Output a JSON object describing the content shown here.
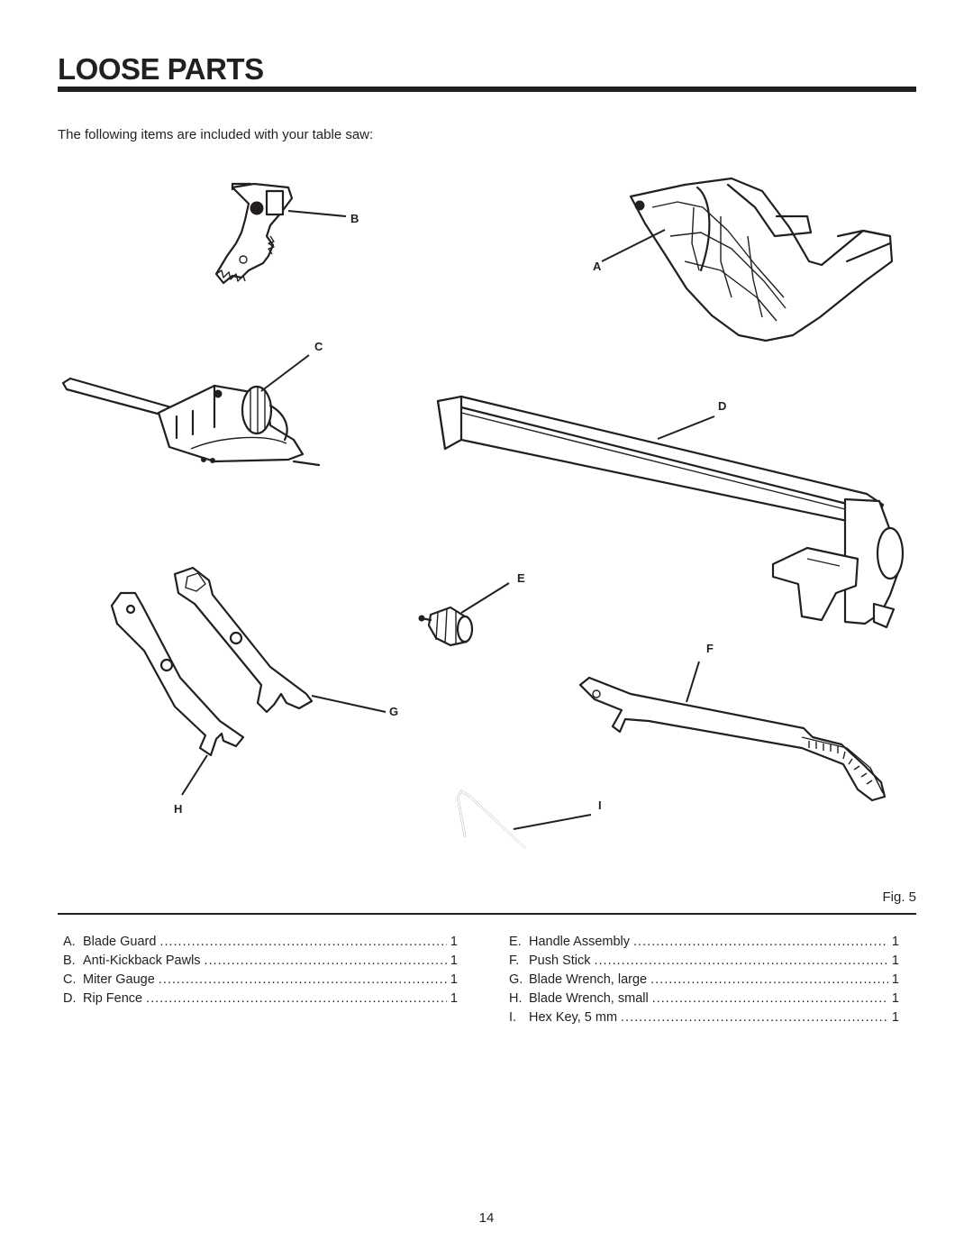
{
  "header": {
    "title": "LOOSE PARTS"
  },
  "intro": "The following items are included with your table saw:",
  "figure": {
    "callouts": {
      "a": "A",
      "b": "B",
      "c": "C",
      "d": "D",
      "e": "E",
      "f": "F",
      "g": "G",
      "h": "H",
      "i": "I"
    },
    "caption": "Fig. 5"
  },
  "parts_left": [
    {
      "letter": "A.",
      "name": "Blade Guard",
      "qty": "1"
    },
    {
      "letter": "B.",
      "name": "Anti-Kickback Pawls",
      "qty": "1"
    },
    {
      "letter": "C.",
      "name": "Miter Gauge",
      "qty": "1"
    },
    {
      "letter": "D.",
      "name": "Rip Fence",
      "qty": "1"
    }
  ],
  "parts_right": [
    {
      "letter": "E.",
      "name": "Handle Assembly",
      "qty": "1"
    },
    {
      "letter": "F.",
      "name": "Push Stick",
      "qty": "1"
    },
    {
      "letter": "G.",
      "name": "Blade Wrench, large",
      "qty": "1"
    },
    {
      "letter": "H.",
      "name": "Blade Wrench, small",
      "qty": "1"
    },
    {
      "letter": "I.",
      "name": "Hex Key, 5 mm",
      "qty": "1"
    }
  ],
  "footer": {
    "page_number": "14"
  }
}
